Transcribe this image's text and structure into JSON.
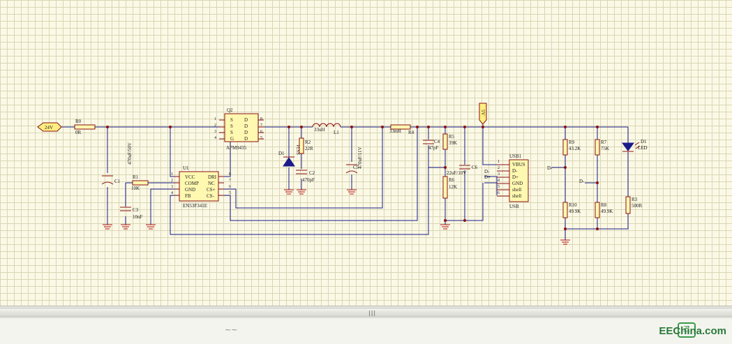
{
  "ports": {
    "in_24v": "24V",
    "out_5v": "5V"
  },
  "components": {
    "R0": {
      "ref": "R0",
      "value": "0R"
    },
    "C1": {
      "ref": "C1",
      "value": "470uF/50V"
    },
    "R1": {
      "ref": "R1",
      "value": "10K"
    },
    "C3": {
      "ref": "C3",
      "value": "10nF"
    },
    "Q2": {
      "ref": "Q2",
      "value": "APM9435",
      "left_pins": [
        "S",
        "S",
        "S",
        "G"
      ],
      "right_pins": [
        "D",
        "D",
        "D",
        "D"
      ],
      "left_nums": [
        "1",
        "2",
        "3",
        "4"
      ],
      "right_nums": [
        "8",
        "7",
        "6",
        "5"
      ]
    },
    "U1": {
      "ref": "U1",
      "value": "EN53F341E",
      "left_pins": [
        "VCC",
        "COMP",
        "GND",
        "FB"
      ],
      "right_pins": [
        "DRI",
        "NC",
        "CS+",
        "CS-"
      ],
      "left_nums": [
        "1",
        "2",
        "3",
        "4"
      ],
      "right_nums": [
        "8",
        "7",
        "6",
        "5"
      ]
    },
    "D1a": {
      "ref": "D1",
      "value": "SS34"
    },
    "R2": {
      "ref": "R2",
      "value": "22R"
    },
    "C2": {
      "ref": "C2",
      "value": "470pF"
    },
    "L1": {
      "ref": "L1",
      "value": "33uH"
    },
    "C5": {
      "ref": "C5",
      "value": "470uF/11V"
    },
    "R4": {
      "ref": "R4",
      "value": "33mR"
    },
    "C4": {
      "ref": "C4",
      "value": "47pF"
    },
    "R5": {
      "ref": "R5",
      "value": "39K"
    },
    "R6": {
      "ref": "R6",
      "value": "12K"
    },
    "C6": {
      "ref": "C6",
      "value": "22uF/10V"
    },
    "USB1": {
      "ref": "USB1",
      "value": "USB",
      "pins": [
        "VBUS",
        "D-",
        "D+",
        "GND",
        "shell",
        "shell"
      ],
      "nums": [
        "1",
        "2",
        "3",
        "4",
        "5",
        "6"
      ]
    },
    "R9": {
      "ref": "R9",
      "value": "43.2K"
    },
    "R10": {
      "ref": "R10",
      "value": "49.9K"
    },
    "R7": {
      "ref": "R7",
      "value": "75K"
    },
    "R8": {
      "ref": "R8",
      "value": "49.9K"
    },
    "D1b": {
      "ref": "D1",
      "value": "LED"
    },
    "R3": {
      "ref": "R3",
      "value": "500R"
    }
  },
  "nets": {
    "dminus": "D-",
    "dplus": "D+"
  },
  "statusbar": {
    "grip": "|||",
    "mark": "~~",
    "watermark": "EEChina.com",
    "logo": "五"
  }
}
